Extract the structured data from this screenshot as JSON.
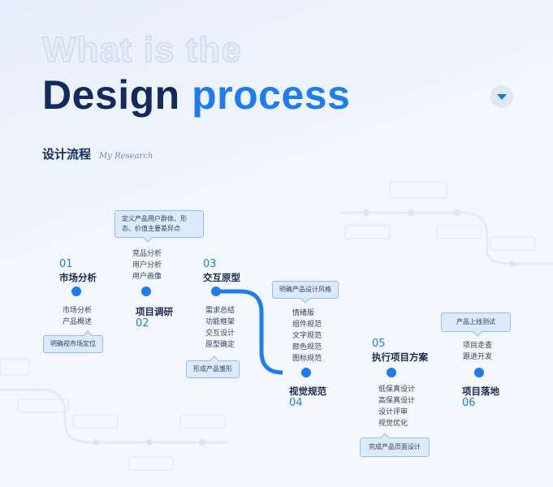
{
  "header": {
    "ghost": "What is the",
    "title_a": "Design",
    "title_b": "process",
    "subtitle": "设计流程",
    "script": "My Research"
  },
  "steps": [
    {
      "num": "01",
      "name": "市场分析",
      "items": [
        "市场分析",
        "产品概述"
      ],
      "note": "明确视市场定位"
    },
    {
      "num": "02",
      "name": "项目调研",
      "items": [
        "竞品分析",
        "用户分析",
        "用户画像"
      ],
      "note": "定义产品用户群体、形态、价值主要差异点"
    },
    {
      "num": "03",
      "name": "交互原型",
      "items": [
        "需求总结",
        "功能框架",
        "交互设计",
        "原型确定"
      ],
      "note": "形成产品雏形"
    },
    {
      "num": "04",
      "name": "视觉规范",
      "items": [
        "情绪版",
        "组件规范",
        "文字规范",
        "颜色规范",
        "图标规范"
      ],
      "note": "明确产品设计风格"
    },
    {
      "num": "05",
      "name": "执行项目方案",
      "items": [
        "低保真设计",
        "高保真设计",
        "设计评审",
        "视觉优化"
      ],
      "note": "完成产品页面设计"
    },
    {
      "num": "06",
      "name": "项目落地",
      "items": [
        "项目走查",
        "跟进开发"
      ],
      "note": "产品上线测试"
    }
  ],
  "colors": {
    "accent": "#1f7cf0",
    "dark": "#152a5c"
  }
}
